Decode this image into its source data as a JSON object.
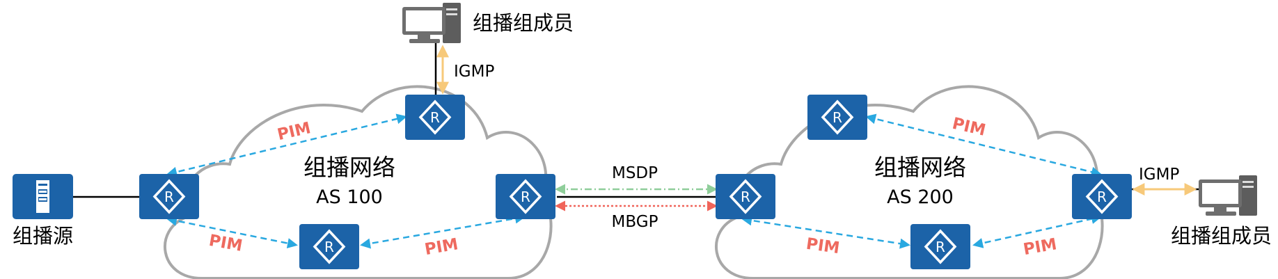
{
  "labels": {
    "source": "组播源",
    "member_top": "组播组成员",
    "member_right": "组播组成员",
    "network_left": "组播网络",
    "as_left": "AS 100",
    "network_right": "组播网络",
    "as_right": "AS 200",
    "igmp_top": "IGMP",
    "igmp_right": "IGMP",
    "msdp": "MSDP",
    "mbgp": "MBGP",
    "pim": "PIM",
    "router_letter": "R"
  },
  "colors": {
    "router_fill": "#1c63a8",
    "pim_arrow": "#29a8e0",
    "pim_text": "#ee6a5f",
    "igmp_arrow": "#f7c97a",
    "msdp_line": "#8fce9a",
    "mbgp_line": "#f0645a",
    "cloud": "#a8a8a8"
  },
  "icons": {
    "router": "router-icon",
    "server": "server-icon",
    "pc": "pc-icon"
  }
}
